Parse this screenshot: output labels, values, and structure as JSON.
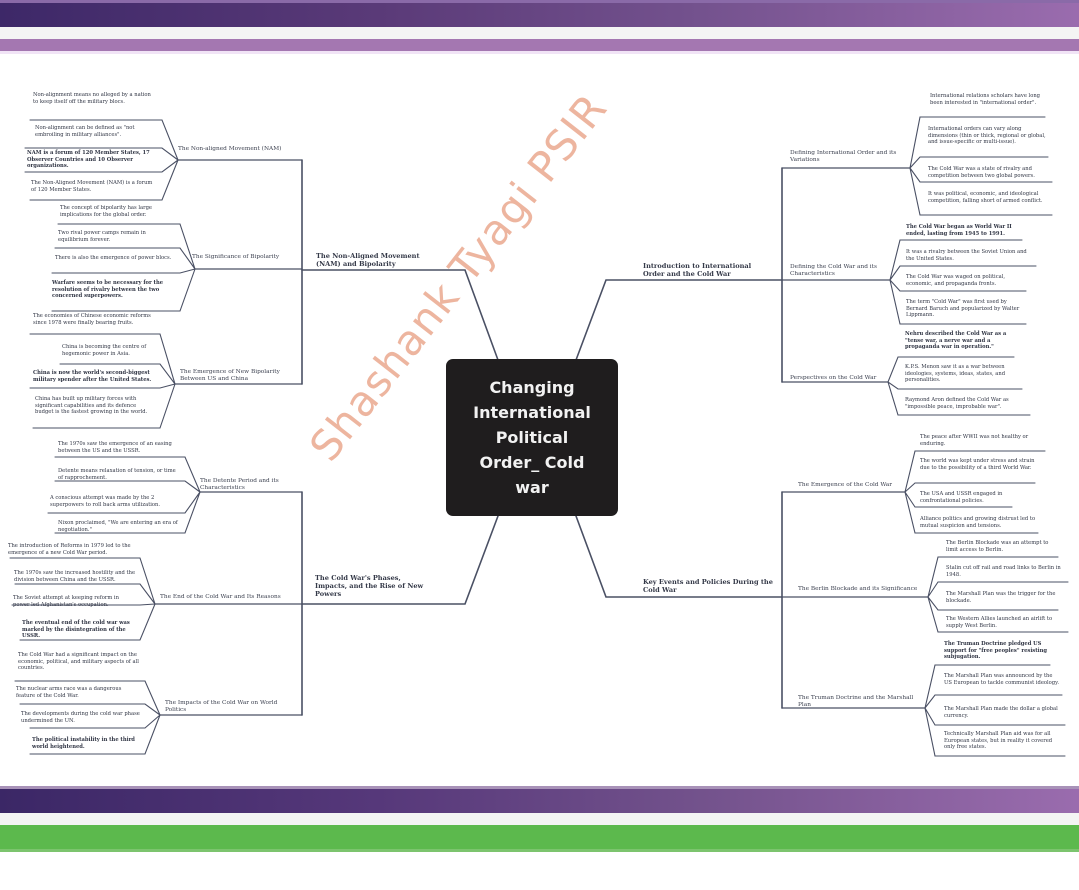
{
  "central": {
    "title": "Changing International Political Order_ Cold war"
  },
  "watermark": "Shashank Tyagi PSIR",
  "colors": {
    "header_purple_dark": "#3d2868",
    "header_purple_light": "#9a6cae",
    "stripe_purple": "#a477b1",
    "footer_green": "#5cb94d",
    "central_bg": "#1f1d1e",
    "line_color": "#4a5064",
    "watermark": "#de7850"
  },
  "branches": {
    "nam": {
      "label": "The Non-Aligned Movement (NAM) and Bipolarity",
      "subs": [
        {
          "label": "The Non-aligned Movement (NAM)",
          "leaves": [
            "Non-alignment means no alleged by a nation to keep itself off the military blocs.",
            "Non-alignment can be defined as \"not embroiling in military alliances\".",
            "NAM is a forum of 120 Member States, 17 Observer Countries and 10 Observer organizations.",
            "The Non-Aligned Movement (NAM) is a forum of 120 Member States."
          ]
        },
        {
          "label": "The Significance of Bipolarity",
          "leaves": [
            "The concept of bipolarity has large implications for the global order.",
            "Two rival power camps remain in equilibrium forever.",
            "There is also the emergence of power blocs.",
            "Warfare seems to be necessary for the resolution of rivalry between the two concerned superpowers."
          ]
        },
        {
          "label": "The Emergence of New Bipolarity Between US and China",
          "leaves": [
            "The economies of Chinese economic reforms since 1978 were finally bearing fruits.",
            "China is becoming the centre of hegemonic power in Asia.",
            "China is now the world's second-biggest military spender after the United States.",
            "China has built up military forces with significant capabilities and its defence budget is the fastest growing in the world."
          ]
        }
      ]
    },
    "phases": {
      "label": "The Cold War's Phases, Impacts, and the Rise of New Powers",
      "subs": [
        {
          "label": "The Detente Period and its Characteristics",
          "leaves": [
            "The 1970s saw the emergence of an easing between the US and the USSR.",
            "Detente means relaxation of tension, or time of rapprochement.",
            "A conscious attempt was made by the 2 superpowers to roll back arms utilization.",
            "Nixon proclaimed, \"We are entering an era of negotiation.\""
          ]
        },
        {
          "label": "The End of the Cold War and Its Reasons",
          "leaves": [
            "The introduction of Reforms in 1979 led to the emergence of a new Cold War period.",
            "The 1970s saw the increased hostility and the division between China and the USSR.",
            "The Soviet attempt at keeping reform in power led Afghanistan's occupation.",
            "The eventual end of the cold war was marked by the disintegration of the USSR."
          ]
        },
        {
          "label": "The Impacts of the Cold War on World Politics",
          "leaves": [
            "The Cold War had a significant impact on the economic, political, and military aspects of all countries.",
            "The nuclear arms race was a dangerous feature of the Cold War.",
            "The developments during the cold war phase undermined the UN.",
            "The political instability in the third world heightened."
          ]
        }
      ]
    },
    "intro": {
      "label": "Introduction to International Order and the Cold War",
      "subs": [
        {
          "label": "Defining International Order and its Variations",
          "leaves": [
            "International relations scholars have long been interested in \"international order\".",
            "International orders can vary along dimensions (thin or thick, regional or global, and issue-specific or multi-issue).",
            "The Cold War was a state of rivalry and competition between two global powers.",
            "It was political, economic, and ideological competition, falling short of armed conflict."
          ]
        },
        {
          "label": "Defining the Cold War and its Characteristics",
          "leaves": [
            "The Cold War began as World War II ended, lasting from 1945 to 1991.",
            "It was a rivalry between the Soviet Union and the United States.",
            "The Cold War was waged on political, economic, and propaganda fronts.",
            "The term \"Cold War\" was first used by Bernard Baruch and popularized by Walter Lippmann."
          ]
        },
        {
          "label": "Perspectives on the Cold War",
          "leaves": [
            "Nehru described the Cold War as a \"tense war, a nerve war and a propaganda war in operation.\"",
            "K.P.S. Menon saw it as a war between ideologies, systems, ideas, states, and personalities.",
            "Raymond Aron defined the Cold War as \"impossible peace, improbable war\"."
          ]
        }
      ]
    },
    "events": {
      "label": "Key Events and Policies During the Cold War",
      "subs": [
        {
          "label": "The Emergence of the Cold War",
          "leaves": [
            "The peace after WWII was not healthy or enduring.",
            "The world was kept under stress and strain due to the possibility of a third World War.",
            "The USA and USSR engaged in confrontational policies.",
            "Alliance politics and growing distrust led to mutual suspicion and tensions."
          ]
        },
        {
          "label": "The Berlin Blockade and its Significance",
          "leaves": [
            "The Berlin Blockade was an attempt to limit access to Berlin.",
            "Stalin cut off rail and road links to Berlin in 1948.",
            "The Marshall Plan was the trigger for the blockade.",
            "The Western Allies launched an airlift to supply West Berlin."
          ]
        },
        {
          "label": "The Truman Doctrine and the Marshall Plan",
          "leaves": [
            "The Truman Doctrine pledged US support for \"free peoples\" resisting subjugation.",
            "The Marshall Plan was announced by the US European to tackle communist ideology.",
            "The Marshall Plan made the dollar a global currency.",
            "Technically Marshall Plan aid was for all European states, but in reality it covered only free states."
          ]
        }
      ]
    }
  }
}
